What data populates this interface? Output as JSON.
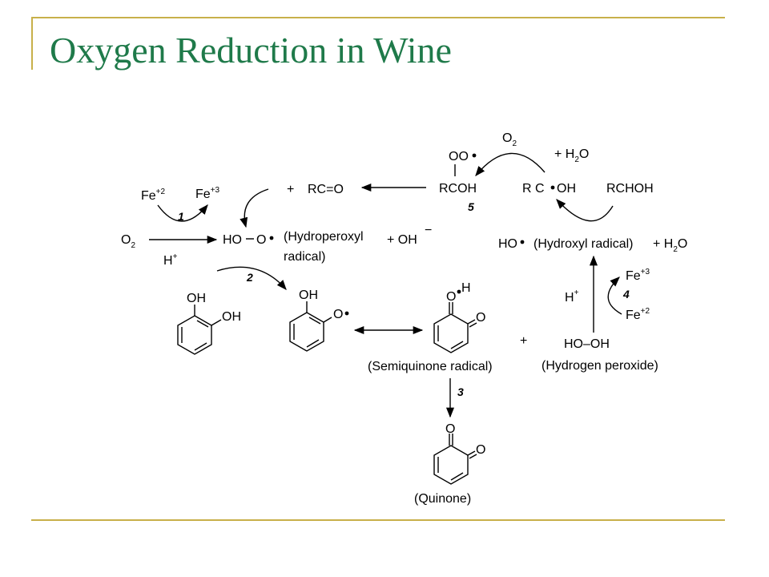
{
  "title": "Oxygen Reduction in Wine",
  "labels": {
    "fe2_top": "Fe",
    "fe2_top_sup": "+2",
    "fe3_top": "Fe",
    "fe3_top_sup": "+3",
    "step1": "1",
    "o2_left": "O",
    "o2_left_sub": "2",
    "h_plus_left": "H",
    "h_plus_left_sup": "+",
    "hydroperoxyl_species": "HO",
    "hydroperoxyl_o": "O",
    "hydroperoxyl_name_1": "(Hydroperoxyl",
    "hydroperoxyl_name_2": "radical)",
    "plus_oh": "+ OH",
    "oh_minus": "−",
    "plus_rco": "+",
    "rco": "RC=O",
    "oo_radical": "OO",
    "rcoh": "RCOH",
    "step5": "5",
    "o2_top": "O",
    "o2_top_sub": "2",
    "plus_h2o_top": "+ H",
    "h2o_top_sub": "2",
    "h2o_top_o": "O",
    "rc_radical": "R C",
    "rc_oh": "OH",
    "rchoh": "RCHOH",
    "hydroxyl_ho": "HO",
    "hydroxyl_name": "(Hydroxyl radical)",
    "plus_h2o_right": "+ H",
    "h2o_right_sub": "2",
    "h2o_right_o": "O",
    "step2": "2",
    "catechol_oh1": "OH",
    "catechol_oh2": "OH",
    "radical_oh": "OH",
    "radical_o": "O",
    "semi_o1": "O",
    "semi_h": "H",
    "semi_o2": "O",
    "semiquinone_name": "(Semiquinone radical)",
    "plus_mid": "+",
    "hooh": "HO–OH",
    "h2o2_name": "(Hydrogen peroxide)",
    "h_plus_right": "H",
    "h_plus_right_sup": "+",
    "fe3_right": "Fe",
    "fe3_right_sup": "+3",
    "fe2_right": "Fe",
    "fe2_right_sup": "+2",
    "step4": "4",
    "step3": "3",
    "quinone_o1": "O",
    "quinone_o2": "O",
    "quinone_name": "(Quinone)"
  },
  "colors": {
    "title": "#1f7a4a",
    "rule": "#c8b04a"
  }
}
